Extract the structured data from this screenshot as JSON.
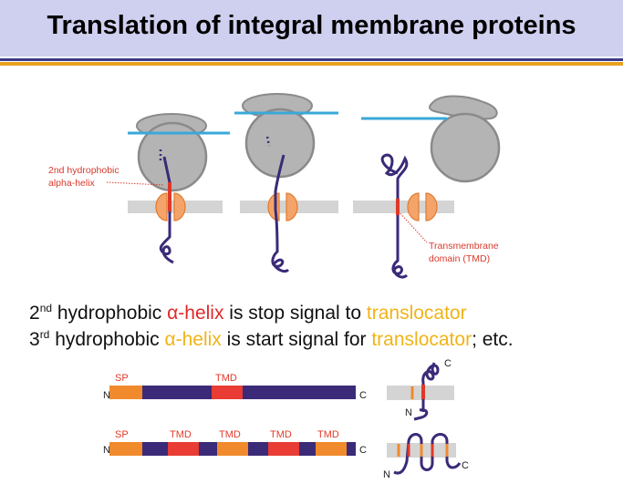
{
  "title": "Translation of integral membrane proteins",
  "colors": {
    "header_bg": "#cfcfef",
    "ribosome": "#b4b4b4",
    "er_blue": "#3aa8d8",
    "chain_purple": "#3b2a78",
    "helix_red": "#e03828",
    "translocator_orange": "#f4a46a",
    "membrane_gray": "#d4d4d4",
    "accent_gold": "#f0b418"
  },
  "diagram": {
    "label_2nd_helix_line1": "2nd hydrophobic",
    "label_2nd_helix_line2": "alpha-helix",
    "label_tmd_line1": "Transmembrane",
    "label_tmd_line2": "domain (TMD)"
  },
  "statements": {
    "line1": {
      "ord_num": "2",
      "ord_sup": "nd",
      "prefix": " hydrophobic ",
      "highlight": "α-helix",
      "middle": " is stop signal to ",
      "highlight2": "translocator",
      "suffix": ""
    },
    "line2": {
      "ord_num": "3",
      "ord_sup": "rd",
      "prefix": " hydrophobic ",
      "highlight": "α-helix",
      "middle": " is start signal for ",
      "highlight2": "translocator",
      "suffix": "; etc."
    }
  },
  "schematic": {
    "single_pass": {
      "n_label": "N",
      "c_label": "C",
      "segments": [
        "SP",
        "TMD"
      ]
    },
    "multi_pass": {
      "n_label": "N",
      "c_label": "C",
      "segments": [
        "SP",
        "TMD",
        "TMD",
        "TMD",
        "TMD"
      ]
    },
    "single_topology": {
      "n_label": "N",
      "c_label": "C"
    },
    "multi_topology": {
      "n_label": "N",
      "c_label": "C"
    }
  }
}
